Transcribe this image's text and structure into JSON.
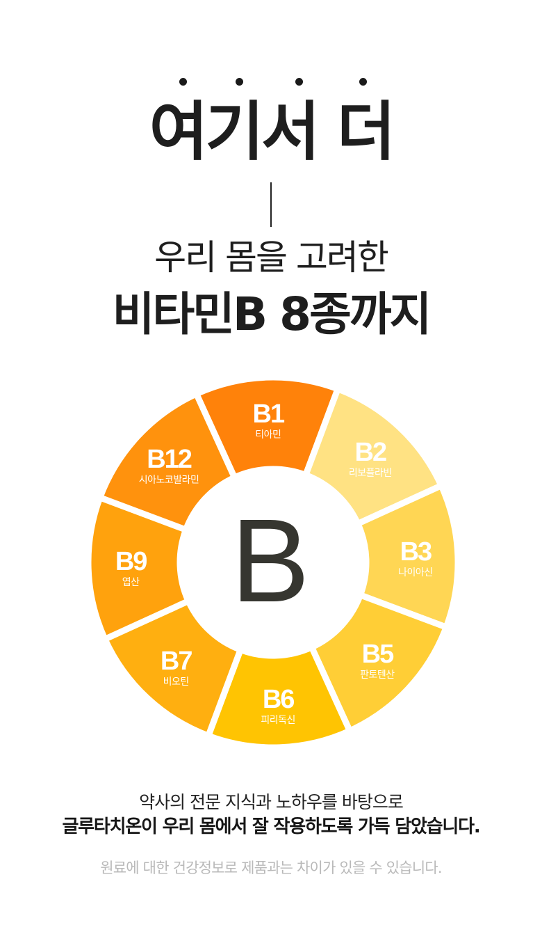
{
  "header": {
    "headline": "여기서 더",
    "subtitle_line1": "우리 몸을 고려한",
    "subtitle_line2": "비타민B 8종까지"
  },
  "wheel": {
    "center_letter": "B",
    "center_color": "#363630",
    "segments": [
      {
        "code": "B1",
        "name": "티아민",
        "color": "#FF820A"
      },
      {
        "code": "B2",
        "name": "리보플라빈",
        "color": "#FFE283"
      },
      {
        "code": "B3",
        "name": "나이아신",
        "color": "#FFD654"
      },
      {
        "code": "B5",
        "name": "판토텐산",
        "color": "#FFCE36"
      },
      {
        "code": "B6",
        "name": "피리독신",
        "color": "#FFC402"
      },
      {
        "code": "B7",
        "name": "비오틴",
        "color": "#FFAF10"
      },
      {
        "code": "B9",
        "name": "엽산",
        "color": "#FFA20D"
      },
      {
        "code": "B12",
        "name": "시아노코발라민",
        "color": "#FF920D"
      }
    ]
  },
  "description": {
    "line1": "약사의 전문 지식과 노하우를 바탕으로",
    "line2": "글루타치온이 우리 몸에서 잘 작용하도록 가득 담았습니다.",
    "note": "원료에 대한 건강정보로 제품과는 차이가 있을 수 있습니다."
  }
}
